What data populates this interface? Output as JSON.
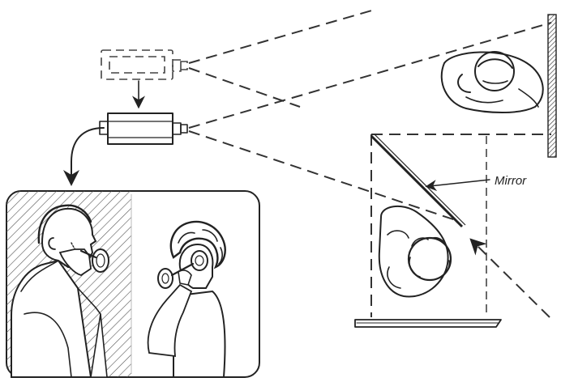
{
  "labels": {
    "mirror": "Mirror"
  },
  "icons": {
    "camera_ghost": "camera-outline-dashed",
    "camera": "tv-camera",
    "wall": "hatched-wall",
    "monitor": "monitor-frame",
    "mirror": "diagonal-mirror"
  },
  "colors": {
    "ink": "#222222",
    "background": "#ffffff"
  }
}
